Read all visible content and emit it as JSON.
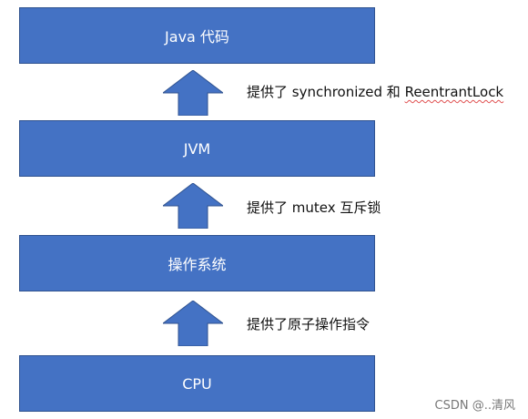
{
  "diagram": {
    "layers": [
      {
        "label": "Java 代码"
      },
      {
        "label": "JVM"
      },
      {
        "label": "操作系统"
      },
      {
        "label": "CPU"
      }
    ],
    "notes": [
      {
        "prefix": "提供了 synchronized 和 ",
        "underlined": "ReentrantLock"
      },
      {
        "prefix": "提供了 mutex 互斥锁",
        "underlined": ""
      },
      {
        "prefix": "提供了原子操作指令",
        "underlined": ""
      }
    ],
    "colors": {
      "box_fill": "#4472c4",
      "box_border": "#2f528f",
      "arrow_fill": "#4472c4"
    }
  },
  "watermark": "CSDN @..清风"
}
